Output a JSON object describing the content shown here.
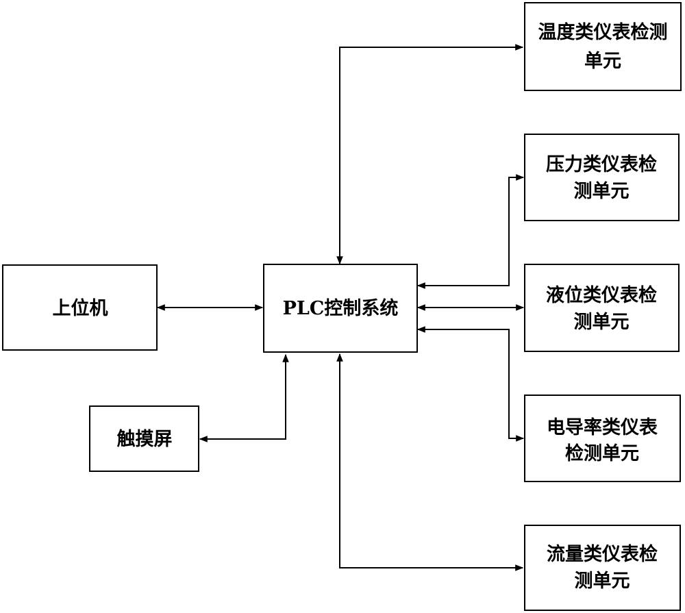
{
  "nodes": {
    "host_computer": {
      "lines": [
        "上位机"
      ]
    },
    "plc": {
      "lines": [
        "PLC控制系统"
      ]
    },
    "touch_screen": {
      "lines": [
        "触摸屏"
      ]
    },
    "temperature_unit": {
      "lines": [
        "温度类仪表检测",
        "单元"
      ]
    },
    "pressure_unit": {
      "lines": [
        "压力类仪表检",
        "测单元"
      ]
    },
    "level_unit": {
      "lines": [
        "液位类仪表检",
        "测单元"
      ]
    },
    "conductivity_unit": {
      "lines": [
        "电导率类仪表",
        "检测单元"
      ]
    },
    "flow_unit": {
      "lines": [
        "流量类仪表检",
        "测单元"
      ]
    }
  },
  "connections": [
    {
      "from": "host_computer",
      "to": "plc",
      "arrows": "both"
    },
    {
      "from": "touch_screen",
      "to": "plc",
      "arrows": "both"
    },
    {
      "from": "plc",
      "to": "temperature_unit",
      "arrows": "both"
    },
    {
      "from": "plc",
      "to": "pressure_unit",
      "arrows": "both"
    },
    {
      "from": "plc",
      "to": "level_unit",
      "arrows": "both"
    },
    {
      "from": "plc",
      "to": "conductivity_unit",
      "arrows": "both"
    },
    {
      "from": "plc",
      "to": "flow_unit",
      "arrows": "both"
    }
  ]
}
